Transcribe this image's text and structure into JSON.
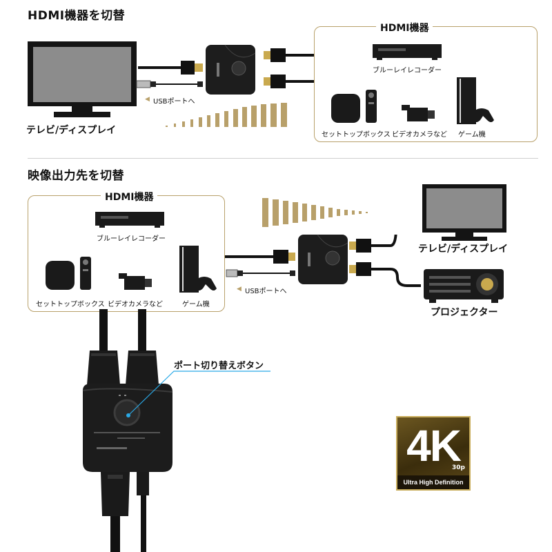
{
  "section1": {
    "title": "HDMI機器を切替",
    "box_title": "HDMI機器",
    "tv_label": "テレビ/ディスプレイ",
    "usb_label": "USBポートへ",
    "devices": {
      "bluray": "ブルーレイレコーダー",
      "settop": "セットトップボックス",
      "camera": "ビデオカメラなど",
      "game": "ゲーム機"
    }
  },
  "section2": {
    "title": "映像出力先を切替",
    "box_title": "HDMI機器",
    "usb_label": "USBポートへ",
    "devices": {
      "bluray": "ブルーレイレコーダー",
      "settop": "セットトップボックス",
      "camera": "ビデオカメラなど",
      "game": "ゲーム機"
    },
    "outputs": {
      "tv": "テレビ/ディスプレイ",
      "projector": "プロジェクター"
    }
  },
  "callout": {
    "button_label": "ポート切り替えボタン"
  },
  "badge": {
    "big": "4K",
    "fps": "30p",
    "subtitle": "Ultra High Definition"
  },
  "colors": {
    "gold": "#b8a06a",
    "cable": "#111111",
    "screen": "#8a8a8a"
  }
}
